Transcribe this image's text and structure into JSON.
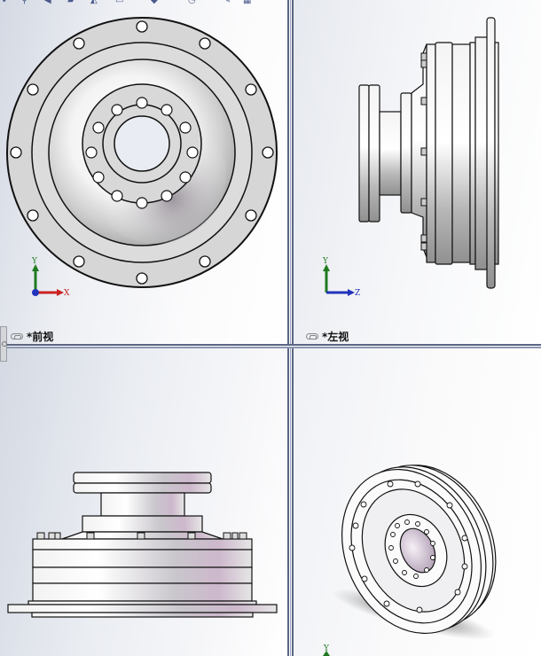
{
  "toolbar": {
    "icons": [
      "rotate-icon",
      "zoom-icon",
      "previous-view-icon",
      "section-view-icon",
      "view-orientation-icon",
      "display-style-icon",
      "hide-show-icon",
      "edit-appearance-icon",
      "apply-scene-icon",
      "view-settings-icon"
    ]
  },
  "viewports": {
    "top_left": {
      "label_prefix": "*",
      "label": "前视",
      "view": "Front"
    },
    "top_right": {
      "label_prefix": "*",
      "label": "左视",
      "view": "Left"
    },
    "bottom_left": {
      "view": "Top"
    },
    "bottom_right": {
      "view": "Isometric"
    }
  },
  "triads": {
    "top_left": {
      "y": "Y",
      "x": "X"
    },
    "top_right": {
      "y": "Y",
      "z": "Z"
    },
    "bottom_right": {
      "y": "Y"
    }
  },
  "colors": {
    "divider": "#5a6584",
    "axis_x": "#cc2222",
    "axis_y": "#1f7a1f",
    "axis_z": "#2233bb",
    "part_fill": "#d8d8d8",
    "part_outline": "#111111"
  }
}
